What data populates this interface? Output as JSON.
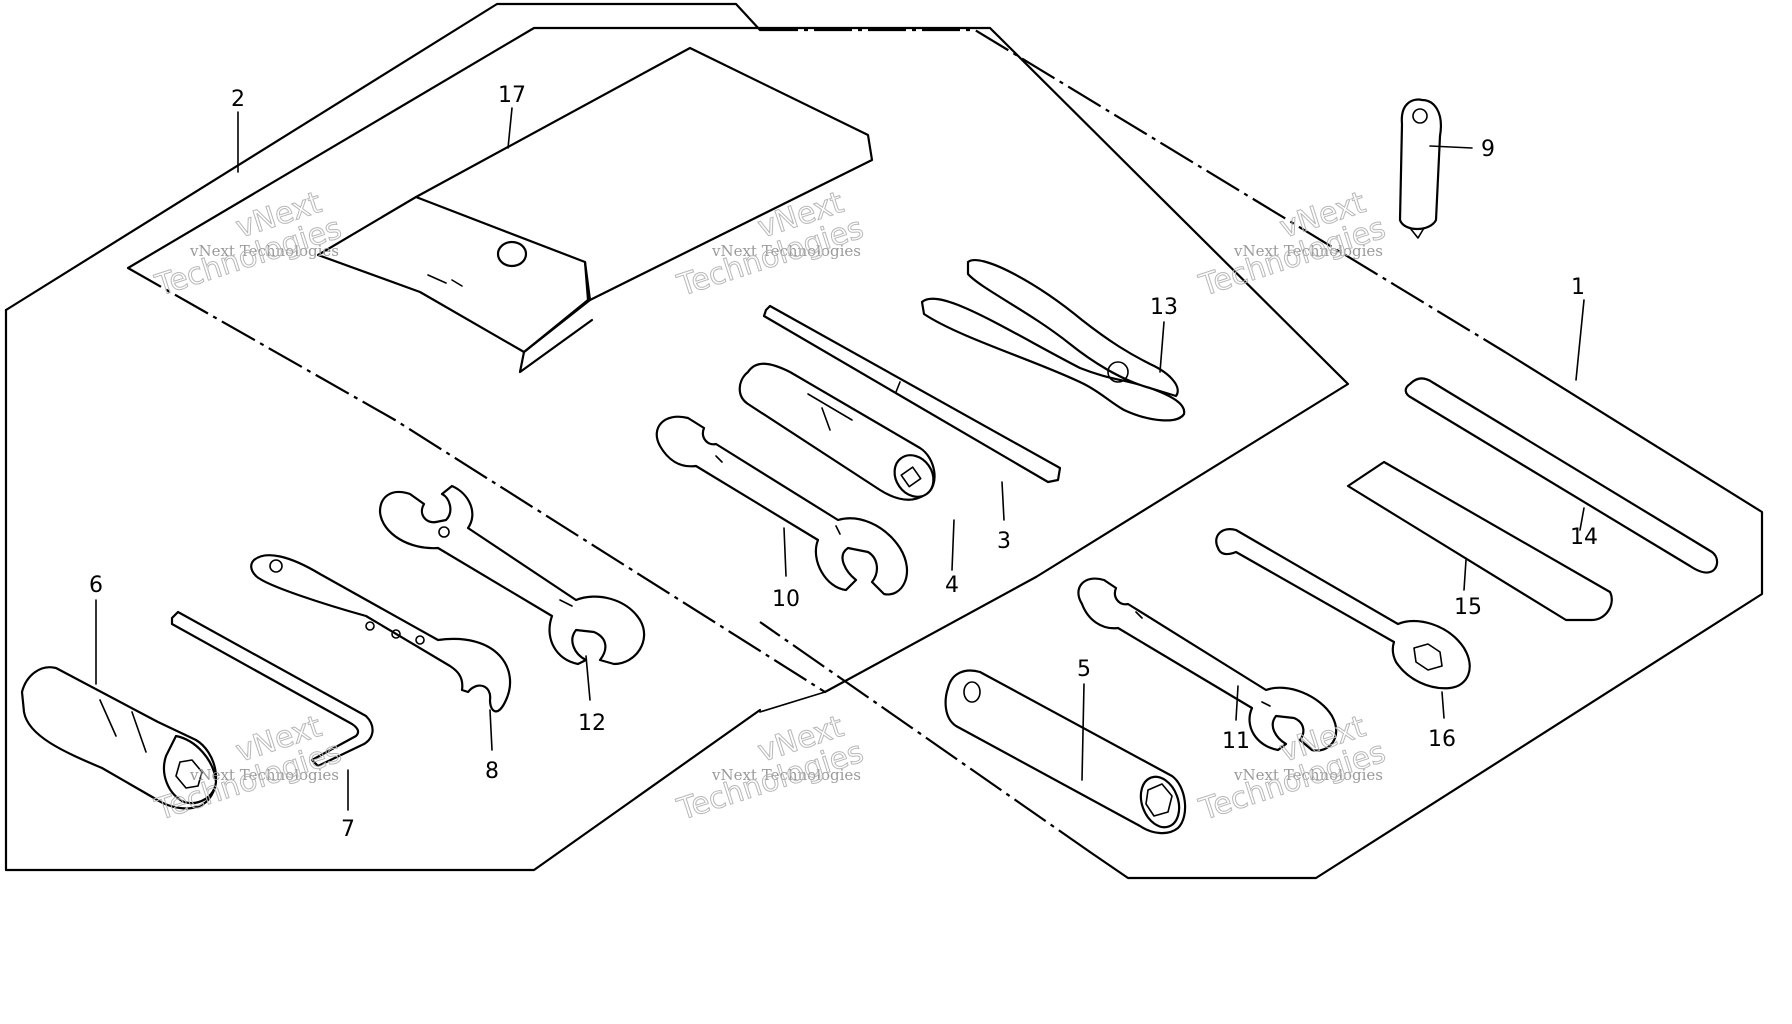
{
  "diagram": {
    "callouts": [
      "1",
      "2",
      "3",
      "4",
      "5",
      "6",
      "7",
      "8",
      "9",
      "10",
      "11",
      "12",
      "13",
      "14",
      "15",
      "16",
      "17"
    ],
    "watermark": {
      "line1": "vNext Technologies",
      "line2": "vNext",
      "line3": "Technologies"
    }
  }
}
